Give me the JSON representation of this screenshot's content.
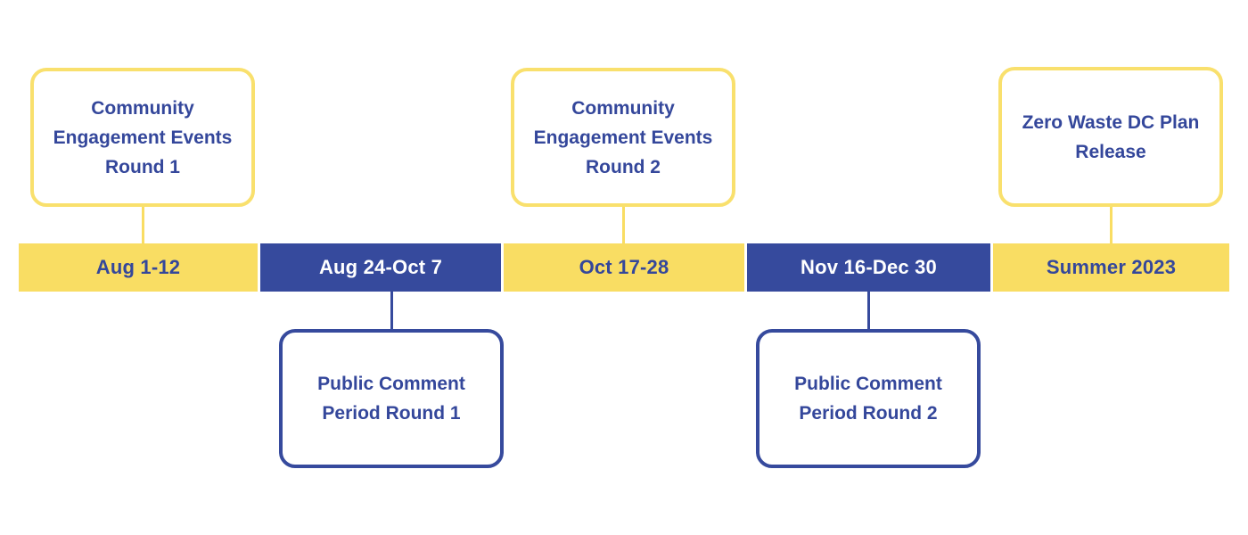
{
  "colors": {
    "yellow": "#f9dd63",
    "blue": "#364a9d",
    "text": "#34479b"
  },
  "timeline": {
    "periods": [
      {
        "label": "Aug 1-12",
        "color": "yellow"
      },
      {
        "label": "Aug 24-Oct 7",
        "color": "blue"
      },
      {
        "label": "Oct 17-28",
        "color": "yellow"
      },
      {
        "label": "Nov 16-Dec 30",
        "color": "blue"
      },
      {
        "label": "Summer 2023",
        "color": "yellow"
      }
    ],
    "events_above": [
      {
        "label": "Community Engagement Events Round 1"
      },
      {
        "label": "Community Engagement Events Round 2"
      },
      {
        "label": "Zero Waste DC Plan Release"
      }
    ],
    "events_below": [
      {
        "label": "Public Comment Period Round 1"
      },
      {
        "label": "Public Comment Period Round 2"
      }
    ]
  }
}
